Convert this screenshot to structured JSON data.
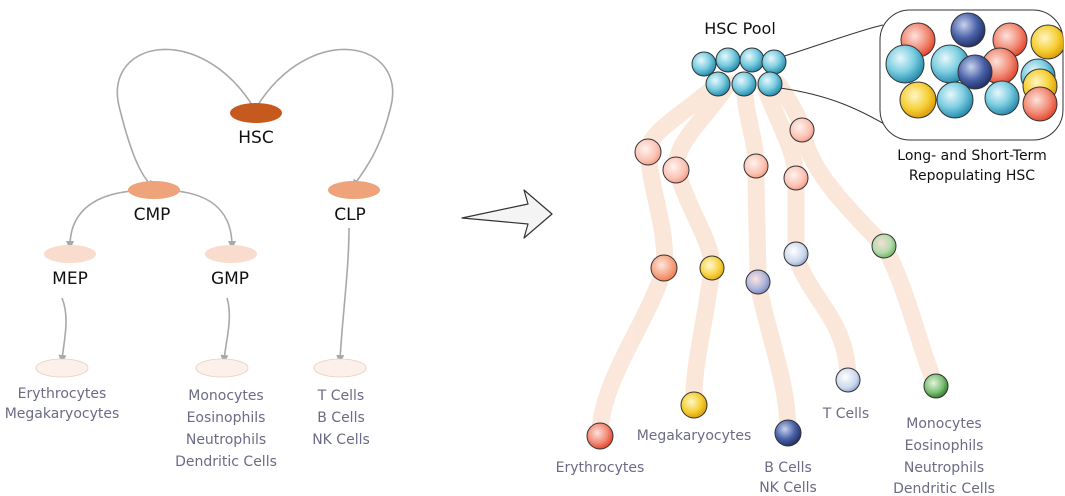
{
  "colors": {
    "hsc": "#c65a1e",
    "progenitor": "#eea37a",
    "committed": "#f9dccd",
    "terminal": "#fdf0ea",
    "arrow_grey": "#a8a8a8",
    "lineage_track": "#fbe6d9",
    "label_grey": "#6b6b86",
    "hsc_blue": "#5fbfd6"
  },
  "hierarchy": {
    "hsc": "HSC",
    "cmp": "CMP",
    "clp": "CLP",
    "mep": "MEP",
    "gmp": "GMP",
    "mep_out": [
      "Erythrocytes",
      "Megakaryocytes"
    ],
    "gmp_out": [
      "Monocytes",
      "Eosinophils",
      "Neutrophils",
      "Dendritic Cells"
    ],
    "clp_out": [
      "T Cells",
      "B Cells",
      "NK Cells"
    ]
  },
  "transition_arrow_icon": "right-arrow-icon",
  "pool": {
    "title": "HSC Pool",
    "inset_caption": [
      "Long- and Short-Term",
      "Repopulating HSC"
    ]
  },
  "clonal_outputs": {
    "erythrocytes": "Erythrocytes",
    "megakaryocytes": "Megakaryocytes",
    "b_nk": [
      "B Cells",
      "NK Cells"
    ],
    "t_cells": "T Cells",
    "myeloid": [
      "Monocytes",
      "Eosinophils",
      "Neutrophils",
      "Dendritic Cells"
    ]
  }
}
